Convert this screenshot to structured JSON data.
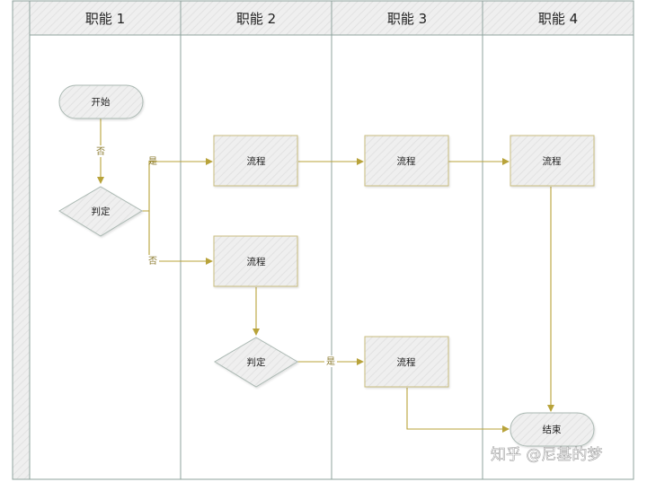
{
  "lanes": [
    "职能 1",
    "职能 2",
    "职能 3",
    "职能 4"
  ],
  "nodes": {
    "start": "开始",
    "decision1": "判定",
    "process1": "流程",
    "process2": "流程",
    "process3": "流程",
    "process4": "流程",
    "decision2": "判定",
    "process5": "流程",
    "end": "结束"
  },
  "edge_labels": {
    "start_to_decision1": "否",
    "decision1_yes": "是",
    "decision1_no": "否",
    "decision2_yes": "是"
  },
  "watermark": "知乎 @尼基的梦",
  "colors": {
    "connector": "#b8a33a",
    "lane_border": "#8fa39e",
    "node_fill": "#eeeeee",
    "node_border": "#c9bc7e",
    "header_fill": "#f1f1f1"
  }
}
